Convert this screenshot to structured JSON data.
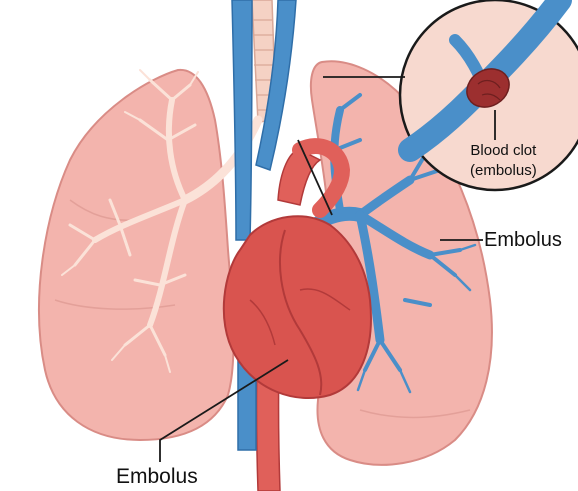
{
  "diagram": {
    "labels": {
      "embolus_bottom": "Embolus",
      "embolus_right": "Embolus",
      "clot_line1": "Blood clot",
      "clot_line2": "(embolus)"
    },
    "colors": {
      "lung_fill": "#f3b4ad",
      "lung_edge": "#d98c86",
      "bronchi": "#fbe2d8",
      "vessel_blue": "#4a8fc9",
      "vessel_blue_dark": "#2f6ea8",
      "heart_red": "#d9544f",
      "heart_dark": "#b23a3a",
      "aorta_red": "#e0605a",
      "trachea": "#f5d2c4",
      "inset_bg": "#f7d9cf",
      "clot": "#9c2f2f",
      "leader_line": "#1a1a1a"
    }
  }
}
